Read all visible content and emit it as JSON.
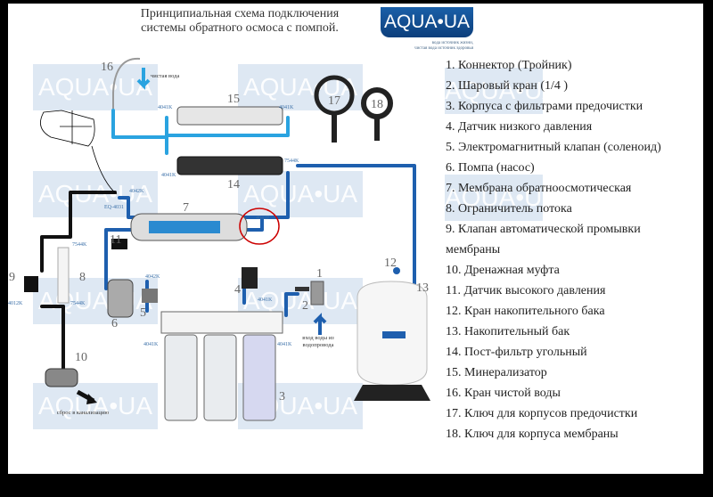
{
  "title": [
    "Принципиальная схема подключения",
    "системы обратного осмоса с помпой."
  ],
  "logo": {
    "text": "AQUA•UA",
    "slogan": [
      "вода источник жизни,",
      "чистая вода источник здоровья"
    ]
  },
  "watermark": "AQUA•UA",
  "legend": [
    "1. Коннектор (Тройник)",
    "2. Шаровый кран (1/4 )",
    "3. Корпуса с фильтрами предочистки",
    "4. Датчик низкого давления",
    "5. Электромагнитный клапан (соленоид)",
    "6. Помпа (насос)",
    "7. Мембрана обратноосмотическая",
    "8. Ограничитель потока",
    "9. Клапан автоматической промывки",
    "мембраны",
    "10. Дренажная муфта",
    "11. Датчик высокого давления",
    "12. Кран накопительного бака",
    "13. Накопительный бак",
    "14. Пост-фильтр угольный",
    "15. Минерализатор",
    "16. Кран чистой воды",
    "17. Ключ для корпусов предочистки",
    "18. Ключ для корпуса мембраны"
  ],
  "diagram": {
    "numbers": [
      "1",
      "2",
      "3",
      "4",
      "5",
      "6",
      "7",
      "8",
      "9",
      "10",
      "11",
      "12",
      "13",
      "14",
      "15",
      "16",
      "17",
      "18"
    ],
    "fittings": {
      "f4041": "4041K",
      "f7544": "7544K",
      "f4042": "4042K",
      "f4012": "4012K",
      "f4042p": "4042P",
      "feq": "EQ-4031"
    },
    "notes": {
      "clean_water": "чистая вода",
      "water_in": "вход воды из водопровода",
      "drain": "сброс в канализацию"
    }
  },
  "colors": {
    "pipe_light": "#2aa3e0",
    "pipe_dark": "#1e5fae",
    "pipe_black": "#111111",
    "logo": "#1a5fa8"
  }
}
